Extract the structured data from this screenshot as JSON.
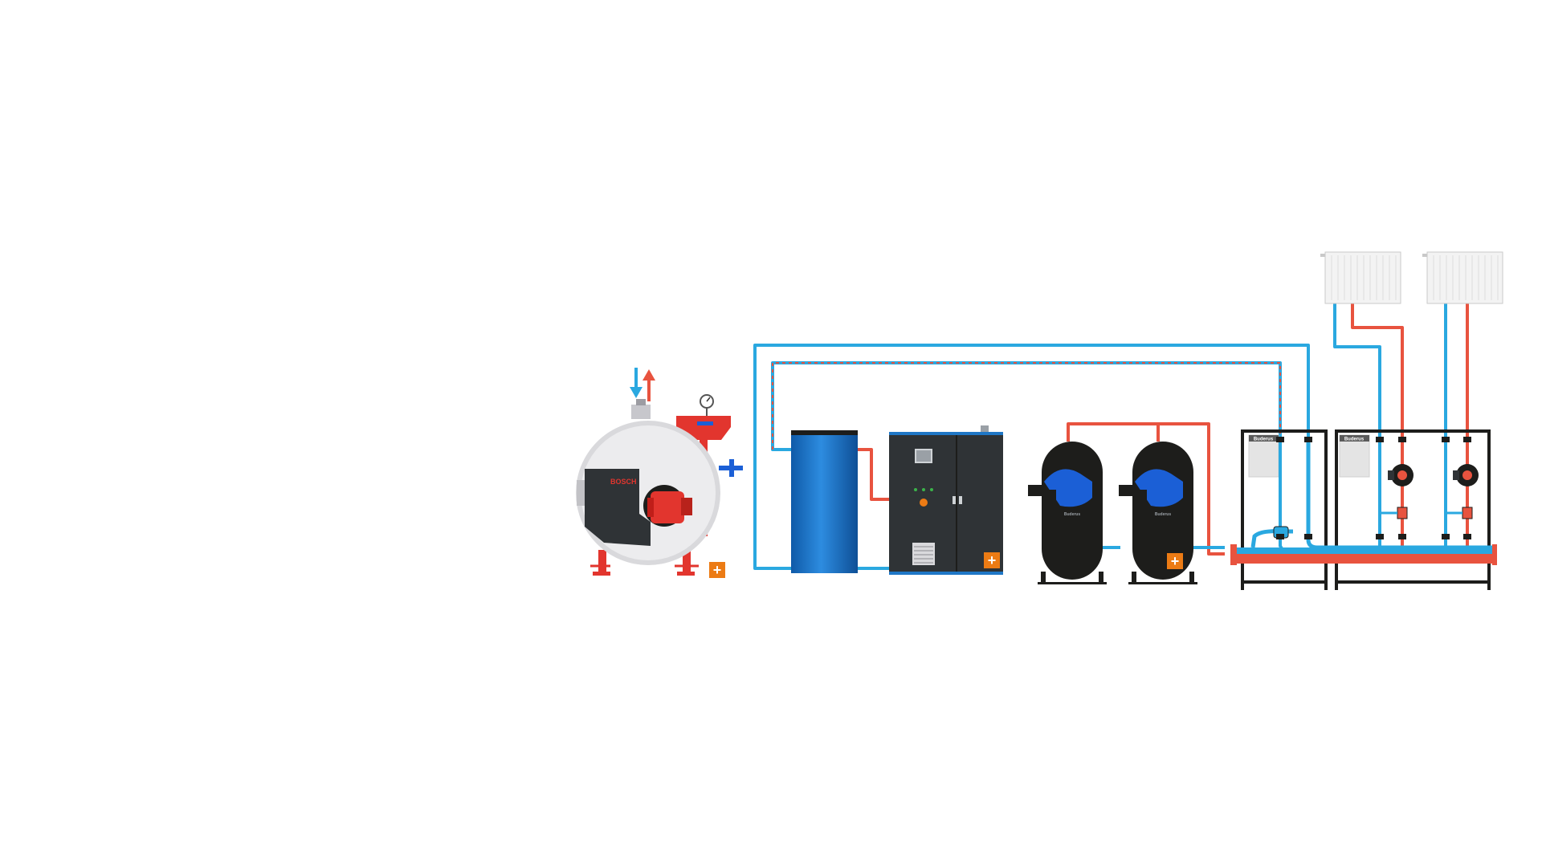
{
  "colors": {
    "supply": "#e8533f",
    "return": "#2aa8e0",
    "frame": "#1d1d1b",
    "boiler_body": "#d9d9dc",
    "boiler_red": "#e2352e",
    "cabinet": "#2f3336",
    "tank_blue": "#1f77c6",
    "pump_blue": "#1b5fd6",
    "add_button": "#ec7b14",
    "panel": "#e4e4e4"
  },
  "icons": {
    "add": "plus-icon",
    "gauge": "pressure-gauge-icon",
    "flow_in": "arrow-down-icon",
    "flow_out": "arrow-up-icon"
  },
  "labels": {
    "boiler_brand": "BOSCH",
    "distributor_brand_1": "Buderus",
    "distributor_brand_2": "Buderus",
    "tank_brand_1": "Buderus",
    "tank_brand_2": "Buderus",
    "add_symbol": "+"
  },
  "components": {
    "steam_boiler": {
      "add_button": true
    },
    "storage_tank": {
      "add_button": false
    },
    "control_cabinet": {
      "add_button": true
    },
    "expansion_vessels": {
      "count": 2,
      "add_button": true
    },
    "heating_circuits": {
      "count": 2,
      "radiators": 2
    }
  }
}
